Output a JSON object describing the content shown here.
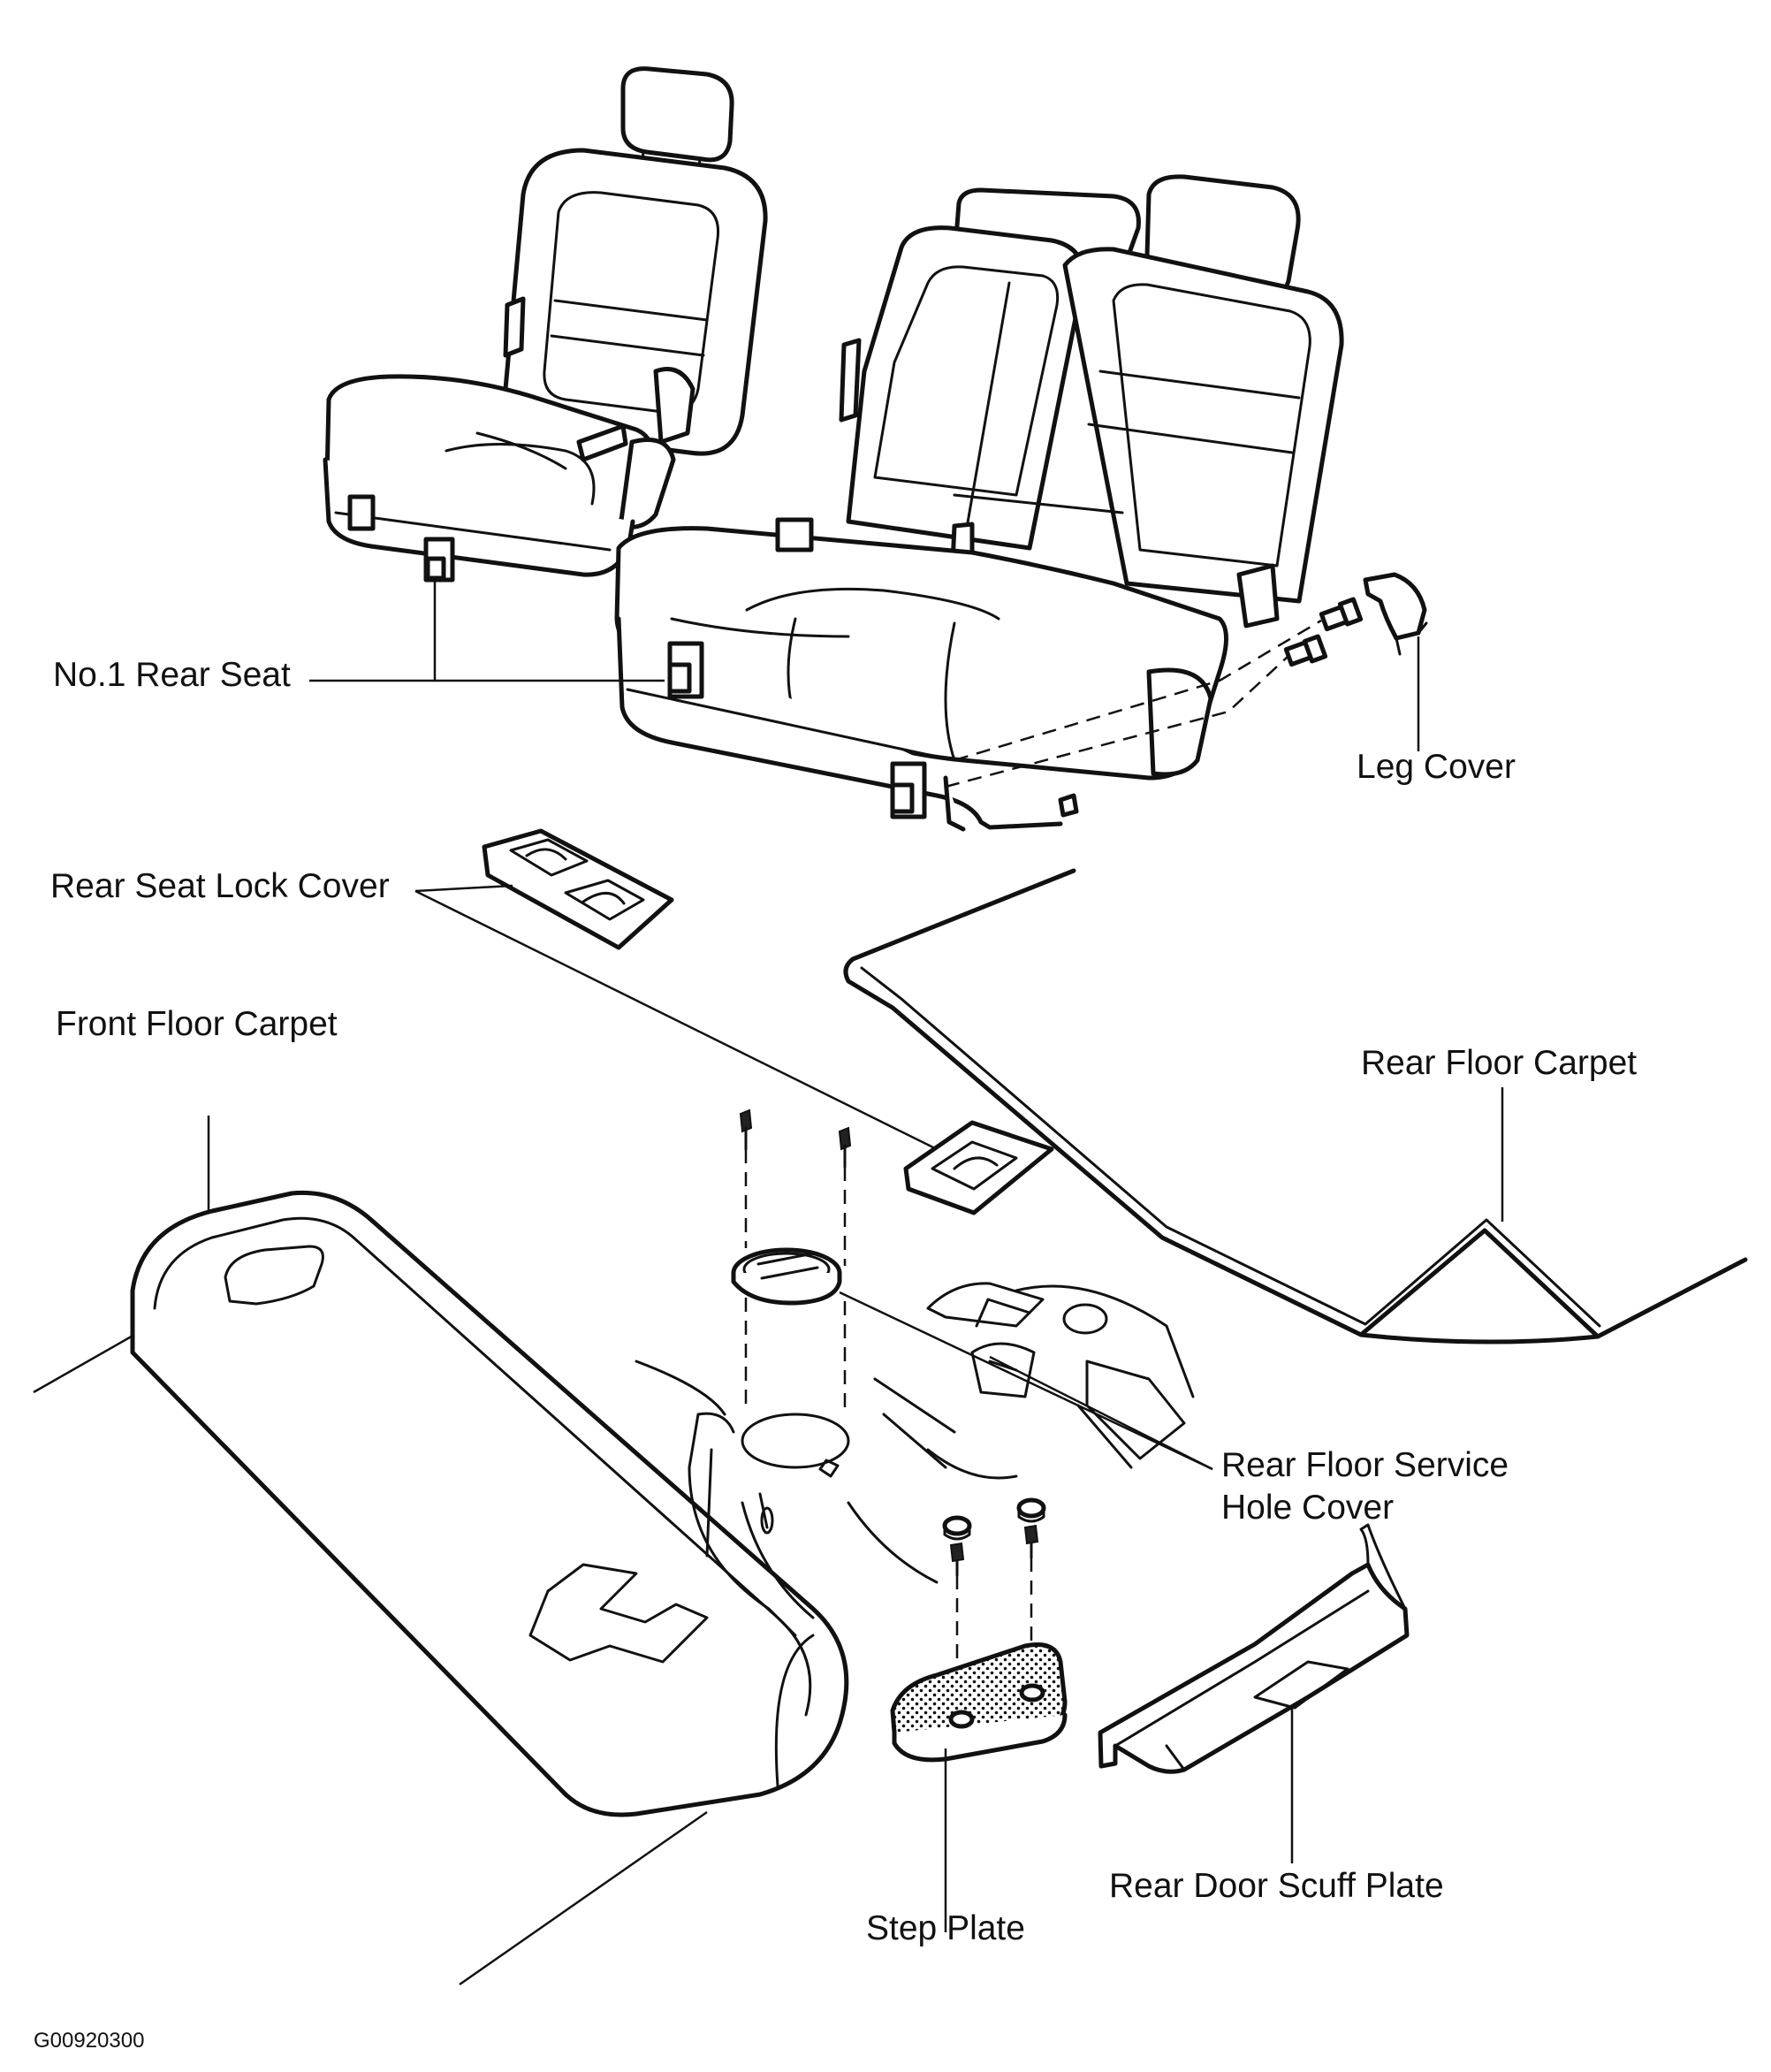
{
  "labels": {
    "no1_rear_seat": "No.1 Rear Seat",
    "leg_cover": "Leg Cover",
    "rear_seat_lock_cover": "Rear Seat Lock Cover",
    "front_floor_carpet": "Front Floor Carpet",
    "rear_floor_carpet": "Rear Floor Carpet",
    "rear_floor_service_hole_cover_line1": "Rear Floor Service",
    "rear_floor_service_hole_cover_line2": "Hole Cover",
    "step_plate": "Step Plate",
    "rear_door_scuff_plate": "Rear Door Scuff Plate"
  },
  "figure_id": "G00920300",
  "colors": {
    "line": "#111111",
    "background": "#ffffff"
  }
}
